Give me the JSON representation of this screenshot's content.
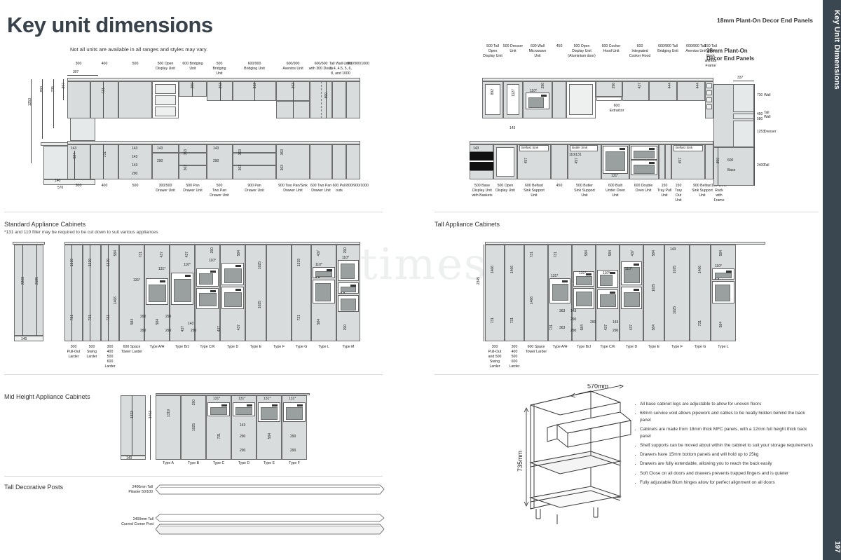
{
  "page": {
    "title": "Key unit dimensions",
    "header_note": "18mm Plant-On Decor End Panels",
    "intro_note": "Not all units are available in all ranges and styles may vary.",
    "side_tab_title": "Key Unit Dimensions",
    "page_number": "197",
    "watermark": "esalegtimes"
  },
  "sections": {
    "standard_appliance": {
      "title": "Standard Appliance Cabinets",
      "subtitle": "*131 and 110 filler may be required to be cut down to suit various appliances"
    },
    "tall_appliance": {
      "title": "Tall Appliance Cabinets"
    },
    "mid_height": {
      "title": "Mid Height Appliance Cabinets"
    },
    "tall_posts": {
      "title": "Tall Decorative Posts"
    },
    "plant_on": {
      "title": "18mm Plant-On\nDecor End Panels"
    }
  },
  "wall_run_left": {
    "top_labels": [
      "300",
      "400",
      "500",
      "500 Open\nDisplay Unit",
      "600 Bridging\nUnit",
      "500\nBridging\nUnit",
      "600/900\nBridging Unit",
      "600/900\nAventos Unit",
      "600/600\nwith 300 Doors",
      "Tall Wall Units\n3, 4, 4.5, 5, 6,\n8, and 1000",
      "800/900/1000"
    ],
    "bottom_labels": [
      "300",
      "400",
      "500",
      "300/500\nDrawer Unit",
      "500 Pan\nDrawer Unit",
      "500\nTwo Pan\nDrawer Unit",
      "900 Pan\nDrawer Unit",
      "900 Two Pan/Sink\nDrawer Unit",
      "600 Two Pan\nDrawer Unit",
      "600 Pull\nouts",
      "800/900/1000"
    ],
    "dims": {
      "d307": "307",
      "d284": "284",
      "d367": "367",
      "d735": "735",
      "d890": "890",
      "d1253": "1253",
      "d736": "736",
      "d140": "140",
      "d570": "570",
      "d731": "731",
      "d290": "290",
      "d363": "363",
      "d143": "143",
      "d584": "584",
      "d890b": "890"
    }
  },
  "tall_run_right": {
    "top_labels": [
      "500 Tall\nOpen\nDisplay Unit",
      "500 Dresser\nUnit",
      "600 Wall\nMicrowave\nUnit",
      "450",
      "500 Open\nDisplay Unit\n(Aluminium door)",
      "600 Cooker\nHood Unit",
      "600\nIntegrated\nCooker Hood",
      "600/900 Tall\nBridging Unit",
      "600/900 Tall\nAventos Unit",
      "150 Tall\nWine\nRack\nwithout\nFrame"
    ],
    "bottom_labels": [
      "500 Base\nDisplay Unit\nwith Baskets",
      "500 Open\nDisplay Unit",
      "600 Belfast\nSink Support\nUnit",
      "450",
      "500 Butler\nSink Support\nUnit",
      "600 Built\nUnder Oven\nUnit",
      "600 Double\nOven Unit",
      "150\nTray Pull\nUnit\n",
      "150\nTray\nOut\nUnit",
      "900 Belfast\nSink Support\nUnit",
      "150 Wine\nRack\nwith\nFrame"
    ],
    "dims": {
      "d892": "892",
      "d1127": "1127",
      "d143": "143",
      "d290": "290",
      "d110": "110*",
      "d437": "437",
      "d444": "444",
      "d131": "131*",
      "d110131": "110|131",
      "d457": "457"
    },
    "callouts": {
      "extractor": "600\nExtractor",
      "belfast_sink_1": "Belfast Sink",
      "butler_sink": "Butler Sink",
      "belfast_sink_2": "Belfast Sink"
    }
  },
  "plant_on_panel": {
    "dims": {
      "w337": "337",
      "w600": "600",
      "h890": "890",
      "h730": "730",
      "h450": "450",
      "h580": "580",
      "h1253": "1253",
      "h2400": "2400"
    },
    "labels": {
      "wall": "Wall",
      "tall_wall": "Tall\nWall",
      "dresser": "Dresser",
      "tall": "Tall",
      "base": "Base"
    }
  },
  "standard_appliance_run": {
    "labels": [
      "300\nPull-Out\nLarder",
      "500\nSwing\nLarder",
      "300\n400\n500\n600\nLarder",
      "600 Space\nTower Larder",
      "Type A/H",
      "Type B/J",
      "Type C/K",
      "Type D",
      "Type E",
      "Type F",
      "Type G",
      "Type L",
      "Type M"
    ],
    "dims": {
      "d2268": "2268",
      "d2195": "2195",
      "d1319": "1319",
      "d1466": "1466",
      "d731": "731",
      "d584": "584",
      "d1025": "1025",
      "d437": "437",
      "d290": "290",
      "d143": "143",
      "d131": "131*",
      "d110": "110*",
      "d140": "140"
    }
  },
  "tall_appliance_run": {
    "labels": [
      "300\nPull-Out\nand 500\nSwing\nLarder",
      "300\n400\n500\n600\nLarder",
      "600 Space\nTower Larder",
      "Type A/H",
      "Type B/J",
      "Type C/K",
      "Type D",
      "Type E",
      "Type F",
      "Type G",
      "Type L"
    ],
    "dims": {
      "d2345": "2345",
      "d1466": "1466",
      "d731": "731",
      "d584": "584",
      "d1025": "1025",
      "d437": "437",
      "d363": "363",
      "d290": "290",
      "d143": "143",
      "d131": "131*",
      "d110": "110*"
    }
  },
  "mid_height_run": {
    "labels": [
      "Type A",
      "Type B",
      "Type C",
      "Type D",
      "Type E",
      "Type F"
    ],
    "dims": {
      "d1323": "1323",
      "d1463": "1463",
      "d1319": "1319",
      "d1025": "1025",
      "d731": "731",
      "d584": "584",
      "d290": "290",
      "d143": "143",
      "d131": "131*",
      "d140": "140"
    }
  },
  "posts": {
    "pilaster_label": "2400mm Tall\nPilaster 50/100",
    "corner_label": "2400mm Tall\nCurved Corner Post"
  },
  "cabinet_3d": {
    "width_label": "570mm",
    "height_label": "735mm"
  },
  "features": [
    "All base cabinet legs are adjustable to allow for uneven floors",
    "68mm service void allows pipework and cables to be neatly hidden behind the back panel",
    "Cabinets are made from 18mm thick MFC panels, with a 12mm full height thick back panel",
    "Shelf supports can be moved about within the cabinet to suit your storage requirements",
    "Drawers have 15mm bottom panels and will hold up to 25kg",
    "Drawers are fully extendable, allowing you to reach the back easily",
    "Soft Close on all doors and drawers prevents trapped fingers and is quieter",
    "Fully adjustable Blum hinges allow for perfect alignment on all doors"
  ]
}
